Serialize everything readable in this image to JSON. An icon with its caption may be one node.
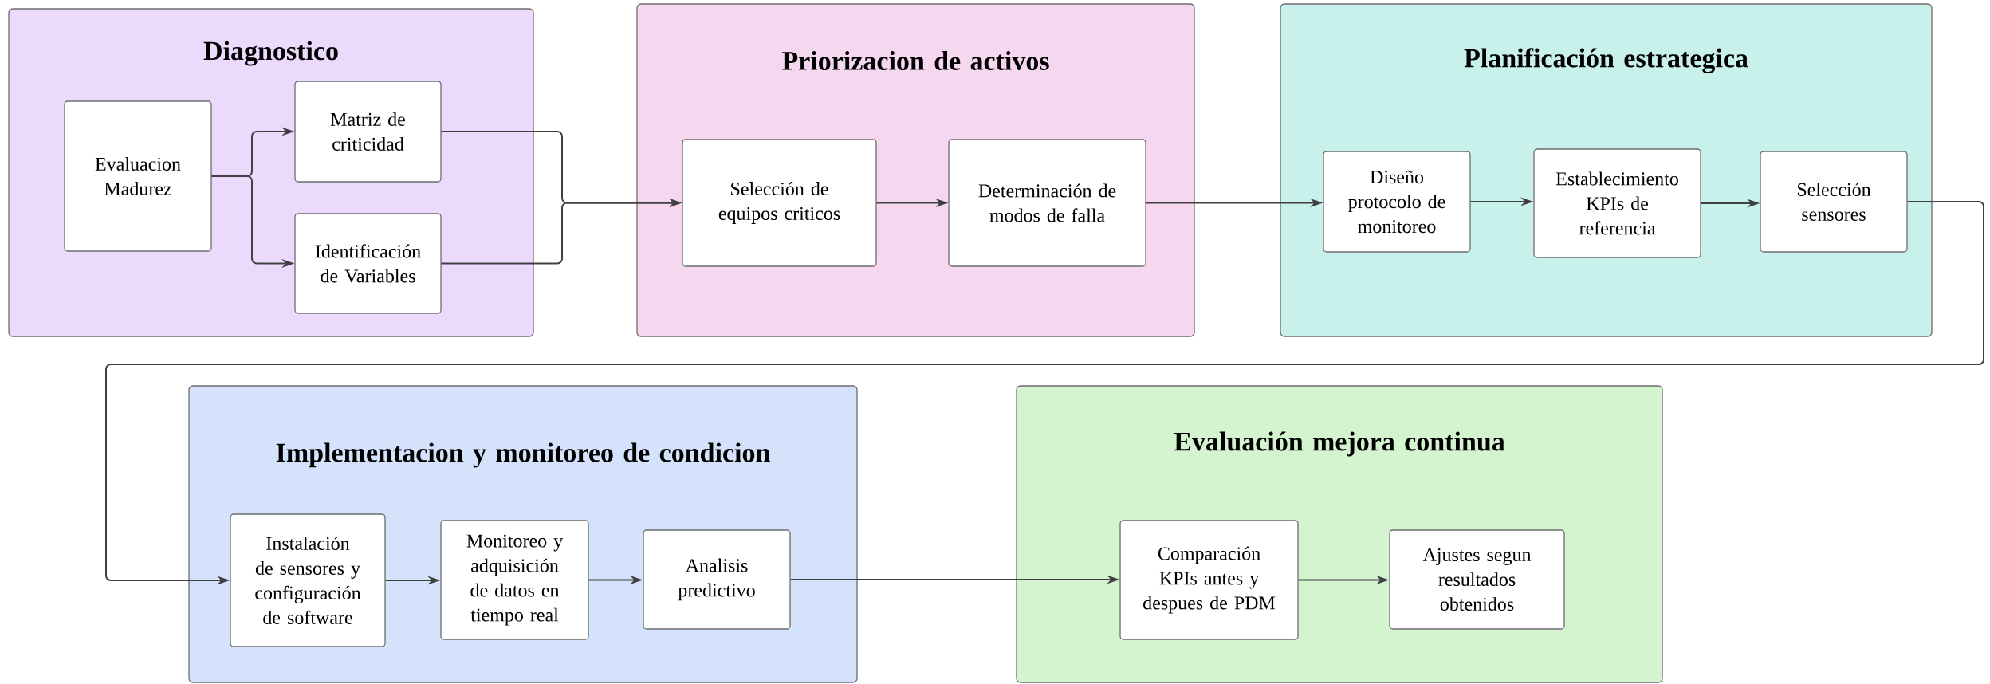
{
  "diagram": {
    "nodes": [
      {
        "text": [
          "Diagnostico"
        ]
      },
      {
        "text": [
          "Evaluacion Madurez"
        ],
        "in": 0
      },
      {
        "text": [
          "Matriz de criticidad"
        ],
        "in": 0
      },
      {
        "text": [
          "Identificación de Variables"
        ],
        "in": 0
      },
      {
        "text": [
          "Priorizacion de activos"
        ]
      },
      {
        "text": [
          "Selección de equipos criticos"
        ],
        "in": 4
      },
      {
        "text": [
          "Determinación de modos de falla"
        ],
        "in": 4
      },
      {
        "text": [
          "Planificación estrategica"
        ]
      },
      {
        "text": [
          "Diseño protocolo de monitoreo"
        ],
        "in": 7
      },
      {
        "text": [
          "Establecimiento KPIs de referencia"
        ],
        "in": 7
      },
      {
        "text": [
          "Selección sensores"
        ],
        "in": 7
      },
      {
        "text": [
          "Implementacion y monitoreo de condicion"
        ]
      },
      {
        "text": [
          "Instalación de sensores y configuración de software"
        ],
        "in": 11
      },
      {
        "text": [
          "Monitoreo y adquisición de datos en tiempo real"
        ],
        "in": 11
      },
      {
        "text": [
          "Analisis predictivo"
        ],
        "in": 11
      },
      {
        "text": [
          "Evaluación mejora continua"
        ]
      },
      {
        "text": [
          "Comparación KPIs antes y despues de PDM"
        ],
        "in": 15
      },
      {
        "text": [
          "Ajustes segun resultados obtenidos"
        ],
        "in": 15
      }
    ],
    "edges": [
      {
        "from": 1,
        "to": 2,
        "arrow": "to"
      },
      {
        "from": 1,
        "to": 3,
        "arrow": "to"
      },
      {
        "from": 2,
        "to": 5,
        "arrow": "to"
      },
      {
        "from": 3,
        "to": 5,
        "arrow": "to"
      },
      {
        "from": 5,
        "to": 6,
        "arrow": "to"
      },
      {
        "from": 6,
        "to": 8,
        "arrow": "to"
      },
      {
        "from": 8,
        "to": 9,
        "arrow": "to"
      },
      {
        "from": 9,
        "to": 10,
        "arrow": "to"
      },
      {
        "from": 10,
        "to": 12,
        "arrow": "to"
      },
      {
        "from": 12,
        "to": 13,
        "arrow": "to"
      },
      {
        "from": 13,
        "to": 14,
        "arrow": "to"
      },
      {
        "from": 14,
        "to": 16,
        "arrow": "to"
      },
      {
        "from": 16,
        "to": 17,
        "arrow": "to"
      }
    ]
  }
}
